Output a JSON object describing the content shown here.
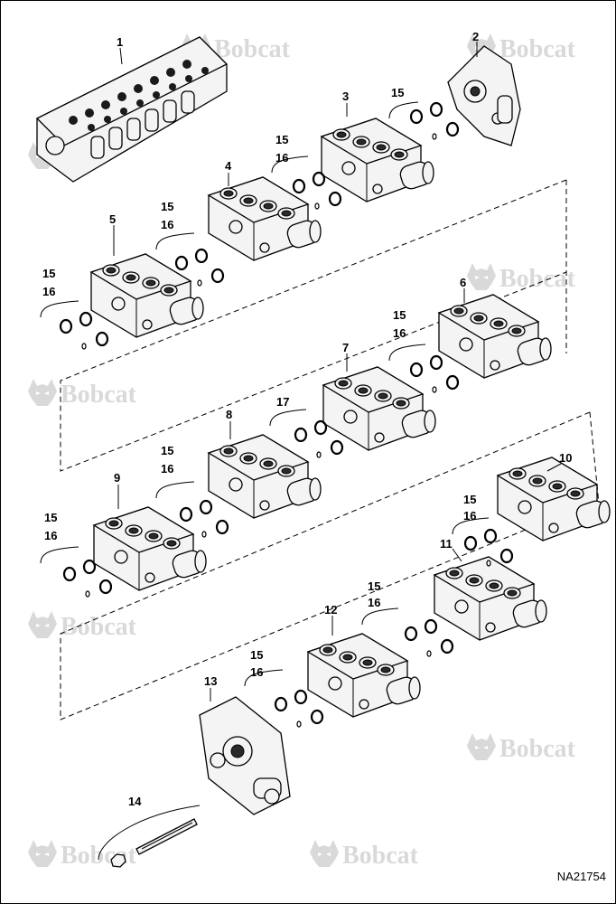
{
  "diagram": {
    "watermark_text": "Bobcat",
    "reference_code": "NA21754",
    "callouts": [
      {
        "id": "c1",
        "label": "1"
      },
      {
        "id": "c2",
        "label": "2"
      },
      {
        "id": "c3",
        "label": "3"
      },
      {
        "id": "c4",
        "label": "4"
      },
      {
        "id": "c5",
        "label": "5"
      },
      {
        "id": "c6",
        "label": "6"
      },
      {
        "id": "c7",
        "label": "7"
      },
      {
        "id": "c8",
        "label": "8"
      },
      {
        "id": "c9",
        "label": "9"
      },
      {
        "id": "c10",
        "label": "10"
      },
      {
        "id": "c11",
        "label": "11"
      },
      {
        "id": "c12",
        "label": "12"
      },
      {
        "id": "c13",
        "label": "13"
      },
      {
        "id": "c14",
        "label": "14"
      },
      {
        "id": "c15a",
        "label": "15"
      },
      {
        "id": "c15b",
        "label": "15"
      },
      {
        "id": "c16b",
        "label": "16"
      },
      {
        "id": "c15c",
        "label": "15"
      },
      {
        "id": "c16c",
        "label": "16"
      },
      {
        "id": "c15d",
        "label": "15"
      },
      {
        "id": "c16d",
        "label": "16"
      },
      {
        "id": "c15e",
        "label": "15"
      },
      {
        "id": "c16e",
        "label": "16"
      },
      {
        "id": "c17",
        "label": "17"
      },
      {
        "id": "c15f",
        "label": "15"
      },
      {
        "id": "c16f",
        "label": "16"
      },
      {
        "id": "c15g",
        "label": "15"
      },
      {
        "id": "c16g",
        "label": "16"
      },
      {
        "id": "c15h",
        "label": "15"
      },
      {
        "id": "c16h",
        "label": "16"
      },
      {
        "id": "c15i",
        "label": "15"
      },
      {
        "id": "c16i",
        "label": "16"
      },
      {
        "id": "c15j",
        "label": "15"
      },
      {
        "id": "c16j",
        "label": "16"
      }
    ]
  }
}
